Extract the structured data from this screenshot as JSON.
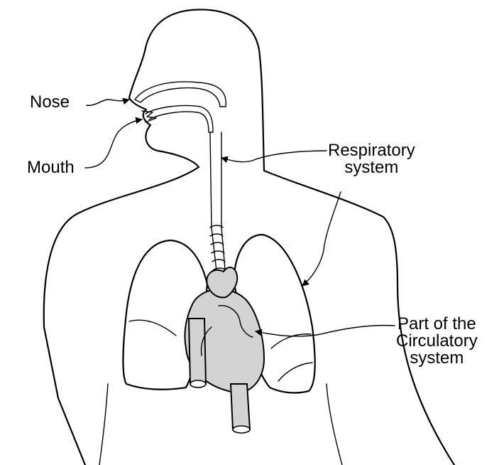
{
  "labels": {
    "nose": "Nose",
    "mouth": "Mouth",
    "respiratory": [
      "Respiratory",
      "system"
    ],
    "circulatory": [
      "Part of the",
      "Circulatory",
      "system"
    ]
  },
  "colors": {
    "outline": "#000000",
    "heart_fill": "#d3d3d3",
    "background": "#ffffff"
  }
}
